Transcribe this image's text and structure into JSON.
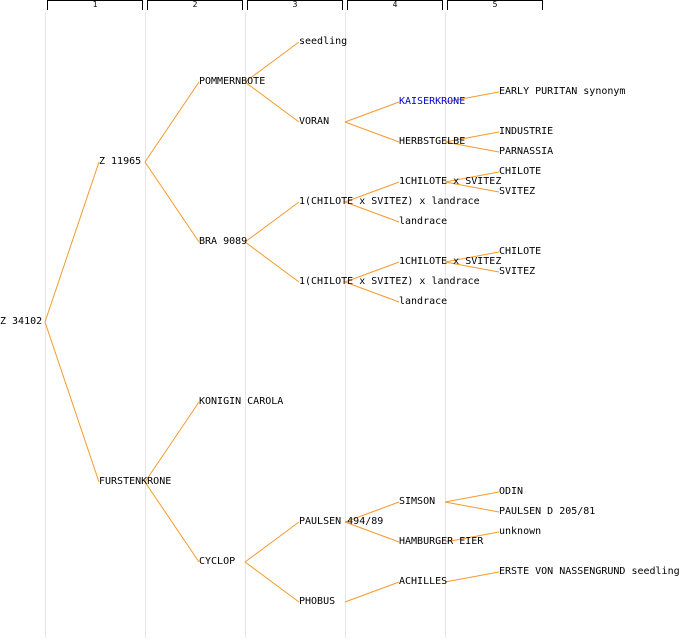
{
  "generations": [
    "1",
    "2",
    "3",
    "4",
    "5"
  ],
  "colors": {
    "edge": "#f39a2b",
    "separator": "#e6e6e6",
    "text": "#000000",
    "highlight": "#0000cc"
  },
  "nodes": [
    {
      "id": "z34102",
      "label": "Z 34102"
    },
    {
      "id": "z11965",
      "label": "Z 11965"
    },
    {
      "id": "furstenkrone",
      "label": "FURSTENKRONE"
    },
    {
      "id": "pommernbote",
      "label": "POMMERNBOTE"
    },
    {
      "id": "bra9089",
      "label": "BRA 9089"
    },
    {
      "id": "konigin",
      "label": "KONIGIN CAROLA"
    },
    {
      "id": "cyclop",
      "label": "CYCLOP"
    },
    {
      "id": "seedling",
      "label": "seedling"
    },
    {
      "id": "voran",
      "label": "VORAN"
    },
    {
      "id": "cxsl1",
      "label": "1(CHILOTE x SVITEZ) x landrace"
    },
    {
      "id": "cxsl2",
      "label": "1(CHILOTE x SVITEZ) x landrace"
    },
    {
      "id": "paulsen494",
      "label": "PAULSEN 494/89"
    },
    {
      "id": "phobus",
      "label": "PHOBUS"
    },
    {
      "id": "kaiserkrone",
      "label": "KAISERKRONE",
      "highlight": true
    },
    {
      "id": "herbstgelbe",
      "label": "HERBSTGELBE"
    },
    {
      "id": "cs1",
      "label": "1CHILOTE x SVITEZ"
    },
    {
      "id": "landrace1",
      "label": "landrace"
    },
    {
      "id": "cs2",
      "label": "1CHILOTE x SVITEZ"
    },
    {
      "id": "landrace2",
      "label": "landrace"
    },
    {
      "id": "simson",
      "label": "SIMSON"
    },
    {
      "id": "hamburger",
      "label": "HAMBURGER EIER"
    },
    {
      "id": "achilles",
      "label": "ACHILLES"
    },
    {
      "id": "earlypuritan",
      "label": "EARLY PURITAN synonym"
    },
    {
      "id": "industrie",
      "label": "INDUSTRIE"
    },
    {
      "id": "parnassia",
      "label": "PARNASSIA"
    },
    {
      "id": "chilote1",
      "label": "CHILOTE"
    },
    {
      "id": "svitez1",
      "label": "SVITEZ"
    },
    {
      "id": "chilote2",
      "label": "CHILOTE"
    },
    {
      "id": "svitez2",
      "label": "SVITEZ"
    },
    {
      "id": "odin",
      "label": "ODIN"
    },
    {
      "id": "paulsend",
      "label": "PAULSEN D 205/81"
    },
    {
      "id": "unknown",
      "label": "unknown"
    },
    {
      "id": "erste",
      "label": "ERSTE VON NASSENGRUND seedling"
    }
  ],
  "edges": [
    [
      "z34102",
      "z11965"
    ],
    [
      "z34102",
      "furstenkrone"
    ],
    [
      "z11965",
      "pommernbote"
    ],
    [
      "z11965",
      "bra9089"
    ],
    [
      "furstenkrone",
      "konigin"
    ],
    [
      "furstenkrone",
      "cyclop"
    ],
    [
      "pommernbote",
      "seedling"
    ],
    [
      "pommernbote",
      "voran"
    ],
    [
      "bra9089",
      "cxsl1"
    ],
    [
      "bra9089",
      "cxsl2"
    ],
    [
      "cyclop",
      "paulsen494"
    ],
    [
      "cyclop",
      "phobus"
    ],
    [
      "voran",
      "kaiserkrone"
    ],
    [
      "voran",
      "herbstgelbe"
    ],
    [
      "cxsl1",
      "cs1"
    ],
    [
      "cxsl1",
      "landrace1"
    ],
    [
      "cxsl2",
      "cs2"
    ],
    [
      "cxsl2",
      "landrace2"
    ],
    [
      "paulsen494",
      "simson"
    ],
    [
      "paulsen494",
      "hamburger"
    ],
    [
      "phobus",
      "achilles"
    ],
    [
      "kaiserkrone",
      "earlypuritan"
    ],
    [
      "herbstgelbe",
      "industrie"
    ],
    [
      "herbstgelbe",
      "parnassia"
    ],
    [
      "cs1",
      "chilote1"
    ],
    [
      "cs1",
      "svitez1"
    ],
    [
      "cs2",
      "chilote2"
    ],
    [
      "cs2",
      "svitez2"
    ],
    [
      "simson",
      "odin"
    ],
    [
      "simson",
      "paulsend"
    ],
    [
      "hamburger",
      "unknown"
    ],
    [
      "achilles",
      "erste"
    ]
  ]
}
